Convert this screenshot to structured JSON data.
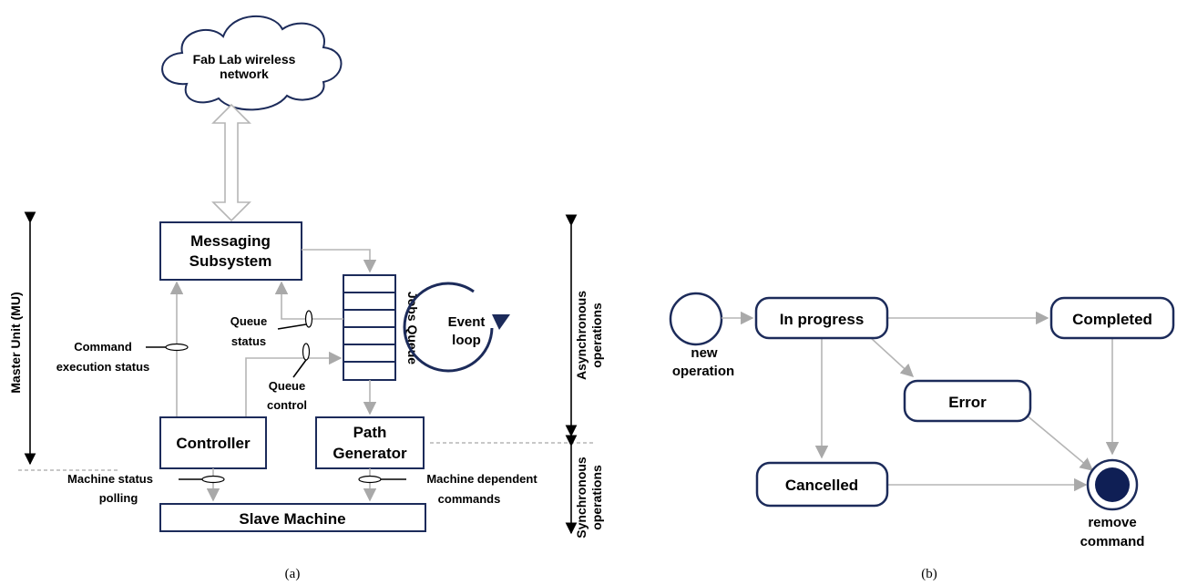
{
  "diagram_a": {
    "cloud_line1": "Fab Lab wireless",
    "cloud_line2": "network",
    "messaging_line1": "Messaging",
    "messaging_line2": "Subsystem",
    "jobs_queue": "Jobs Queue",
    "event_loop_line1": "Event",
    "event_loop_line2": "loop",
    "queue_status_line1": "Queue",
    "queue_status_line2": "status",
    "queue_control_line1": "Queue",
    "queue_control_line2": "control",
    "cmd_status_line1": "Command",
    "cmd_status_line2": "execution status",
    "controller": "Controller",
    "path_gen_line1": "Path",
    "path_gen_line2": "Generator",
    "machine_status_line1": "Machine status",
    "machine_status_line2": "polling",
    "machine_dep_line1": "Machine dependent",
    "machine_dep_line2": "commands",
    "slave_machine": "Slave Machine",
    "master_unit": "Master Unit (MU)",
    "async_line1": "Asynchronous",
    "async_line2": "operations",
    "sync_line1": "Synchronous",
    "sync_line2": "operations",
    "caption": "(a)"
  },
  "diagram_b": {
    "new_op_line1": "new",
    "new_op_line2": "operation",
    "in_progress": "In progress",
    "completed": "Completed",
    "error": "Error",
    "cancelled": "Cancelled",
    "remove_line1": "remove",
    "remove_line2": "command",
    "caption": "(b)"
  },
  "colors": {
    "box_stroke": "#1c2b5a",
    "arrow_gray": "#b5b5b5",
    "final_state_fill": "#0f1f55"
  }
}
